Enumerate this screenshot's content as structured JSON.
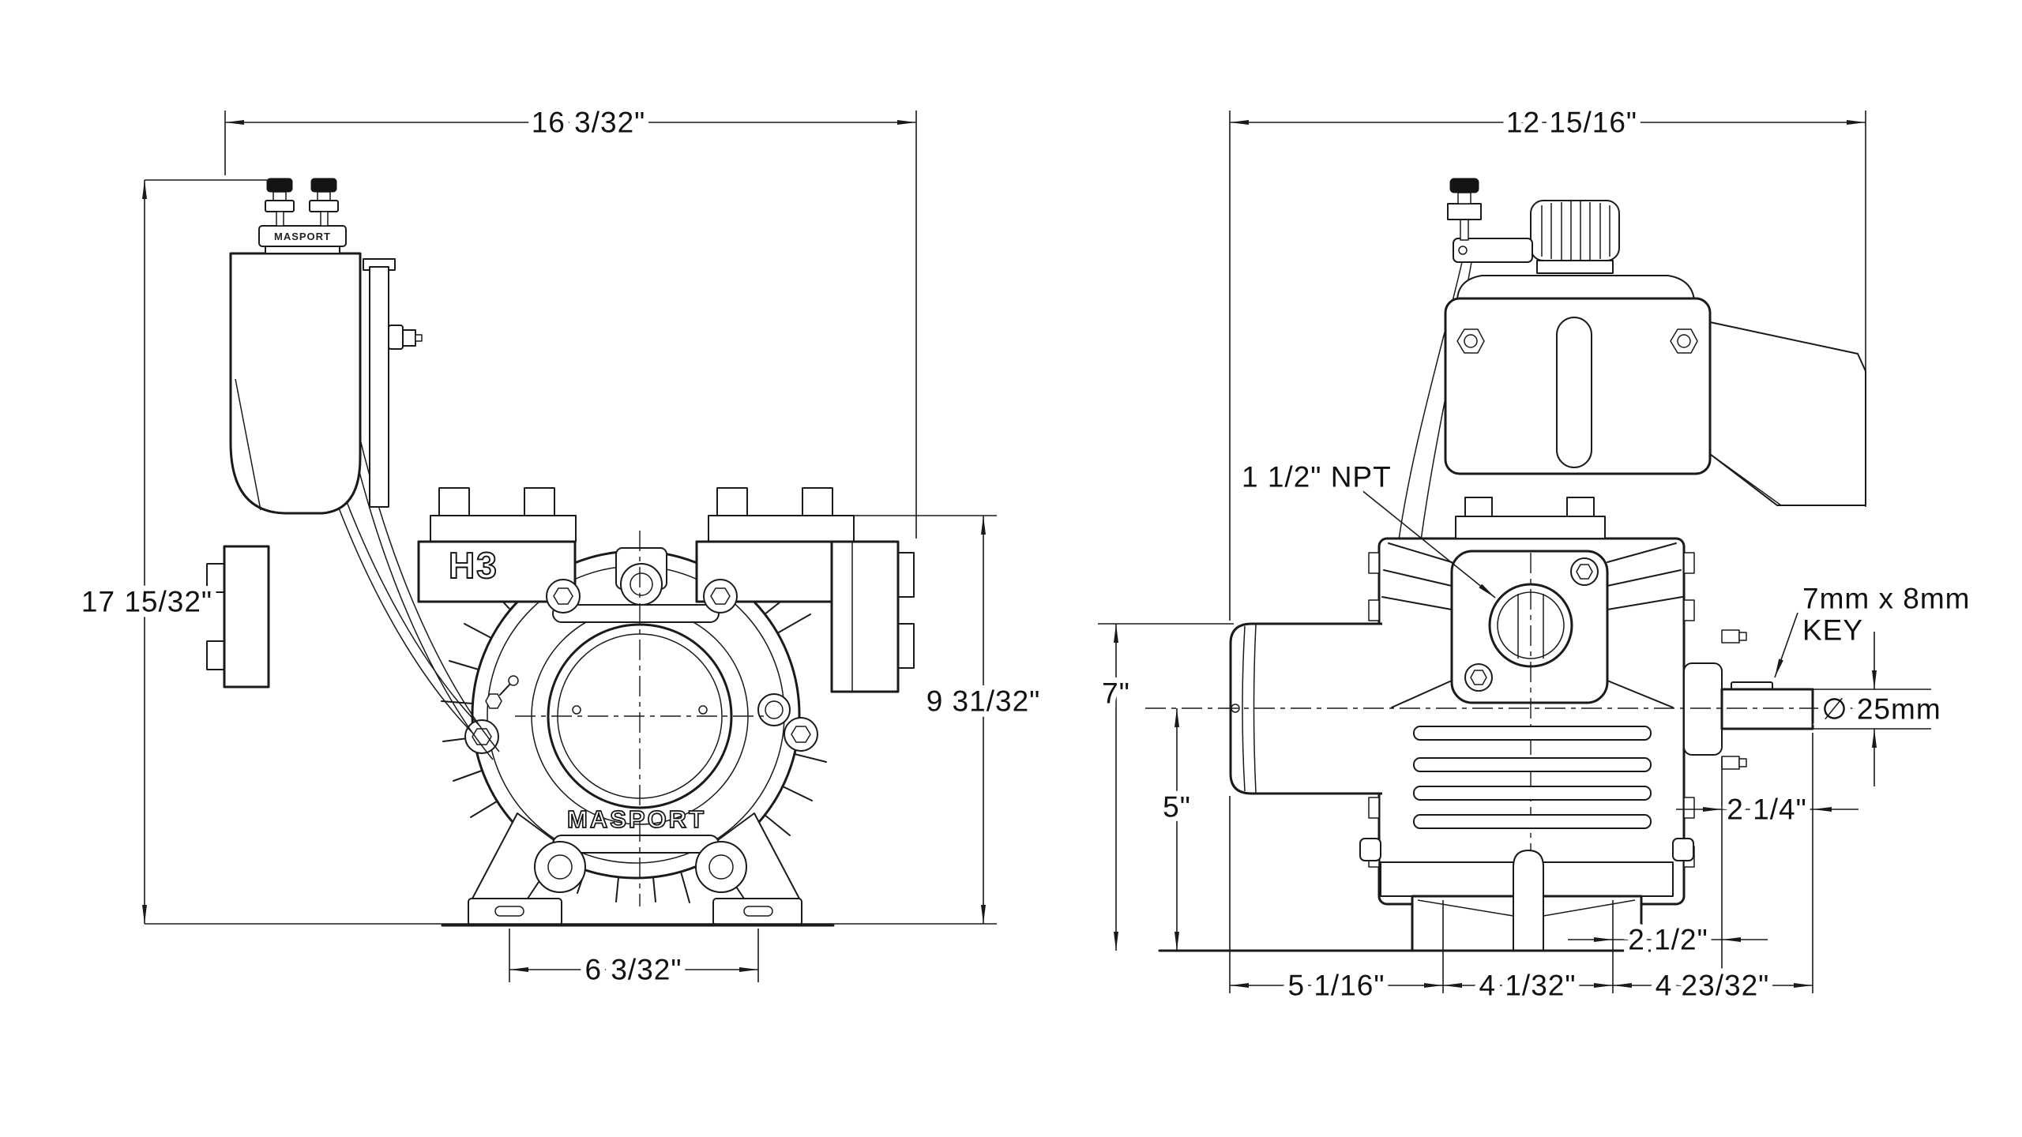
{
  "front_view": {
    "model_label": "H3",
    "body_brand": "MASPORT",
    "oiler_brand": "MASPORT",
    "dim_overall_width": "16 3/32\"",
    "dim_overall_height": "17 15/32\"",
    "dim_pump_height": "9 31/32\"",
    "dim_foot_slot_spacing": "6 3/32\""
  },
  "side_view": {
    "dim_overall_depth": "12 15/16\"",
    "dim_height_canister_top": "7\"",
    "dim_height_centerline": "5\"",
    "dim_shaft_length": "2 1/4\"",
    "dim_foot_to_face": "2 1/2\"",
    "dim_front_foot_offset": "5 1/16\"",
    "dim_foot_slot_spacing": "4 1/32\"",
    "dim_rear_overhang": "4 23/32\"",
    "callout_port": "1 1/2\" NPT",
    "callout_key_line1": "7mm x 8mm",
    "callout_key_line2": "KEY",
    "callout_shaft_diameter": "∅ 25mm"
  }
}
